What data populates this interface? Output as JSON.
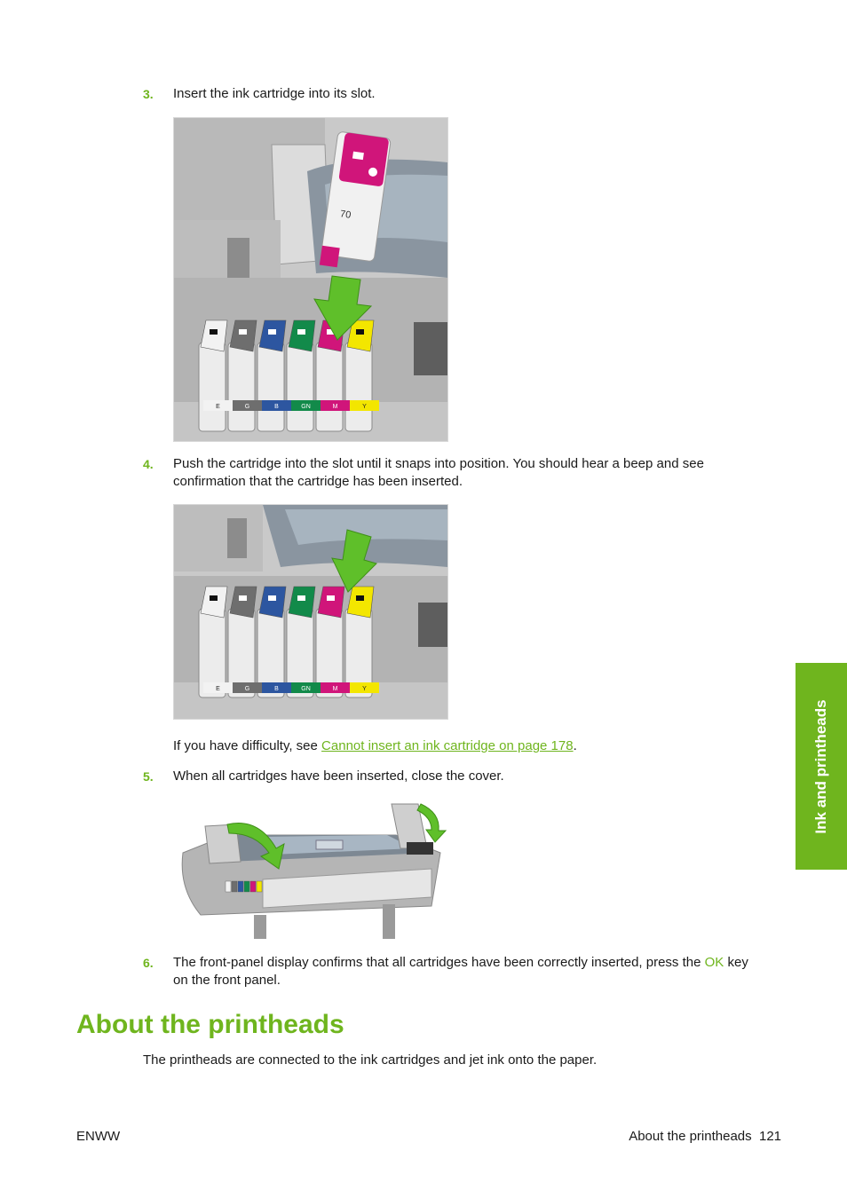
{
  "steps": [
    {
      "number": "3.",
      "text": "Insert the ink cartridge into its slot."
    },
    {
      "number": "4.",
      "line1": "Push the cartridge into the slot until it snaps into position. You should hear a beep and see",
      "line2": "confirmation that the cartridge has been inserted."
    },
    {
      "number": "5.",
      "text": "When all cartridges have been inserted, close the cover."
    },
    {
      "number": "6.",
      "line1_before": "The front-panel display confirms that all cartridges have been correctly inserted, press the ",
      "ok": "OK",
      "line1_after": " key",
      "line2": "on the front panel."
    }
  ],
  "difficulty": {
    "prefix": "If you have difficulty, see ",
    "link": "Cannot insert an ink cartridge on page 178",
    "suffix": "."
  },
  "section": {
    "title": "About the printheads",
    "body": "The printheads are connected to the ink cartridges and jet ink onto the paper."
  },
  "side_tab": "Ink and printheads",
  "footer": {
    "left": "ENWW",
    "right": "About the printheads  121"
  },
  "cartridge_labels": [
    "E",
    "G",
    "B",
    "GN",
    "M",
    "Y"
  ],
  "cartridge_model": "70",
  "colors": {
    "accent": "#6fb51e",
    "white_ink": "#f2f2f2",
    "gray_ink": "#6e6e6e",
    "blue_ink": "#2d56a0",
    "green_ink": "#128a4a",
    "magenta_ink": "#d0157a",
    "yellow_ink": "#f3e600"
  }
}
